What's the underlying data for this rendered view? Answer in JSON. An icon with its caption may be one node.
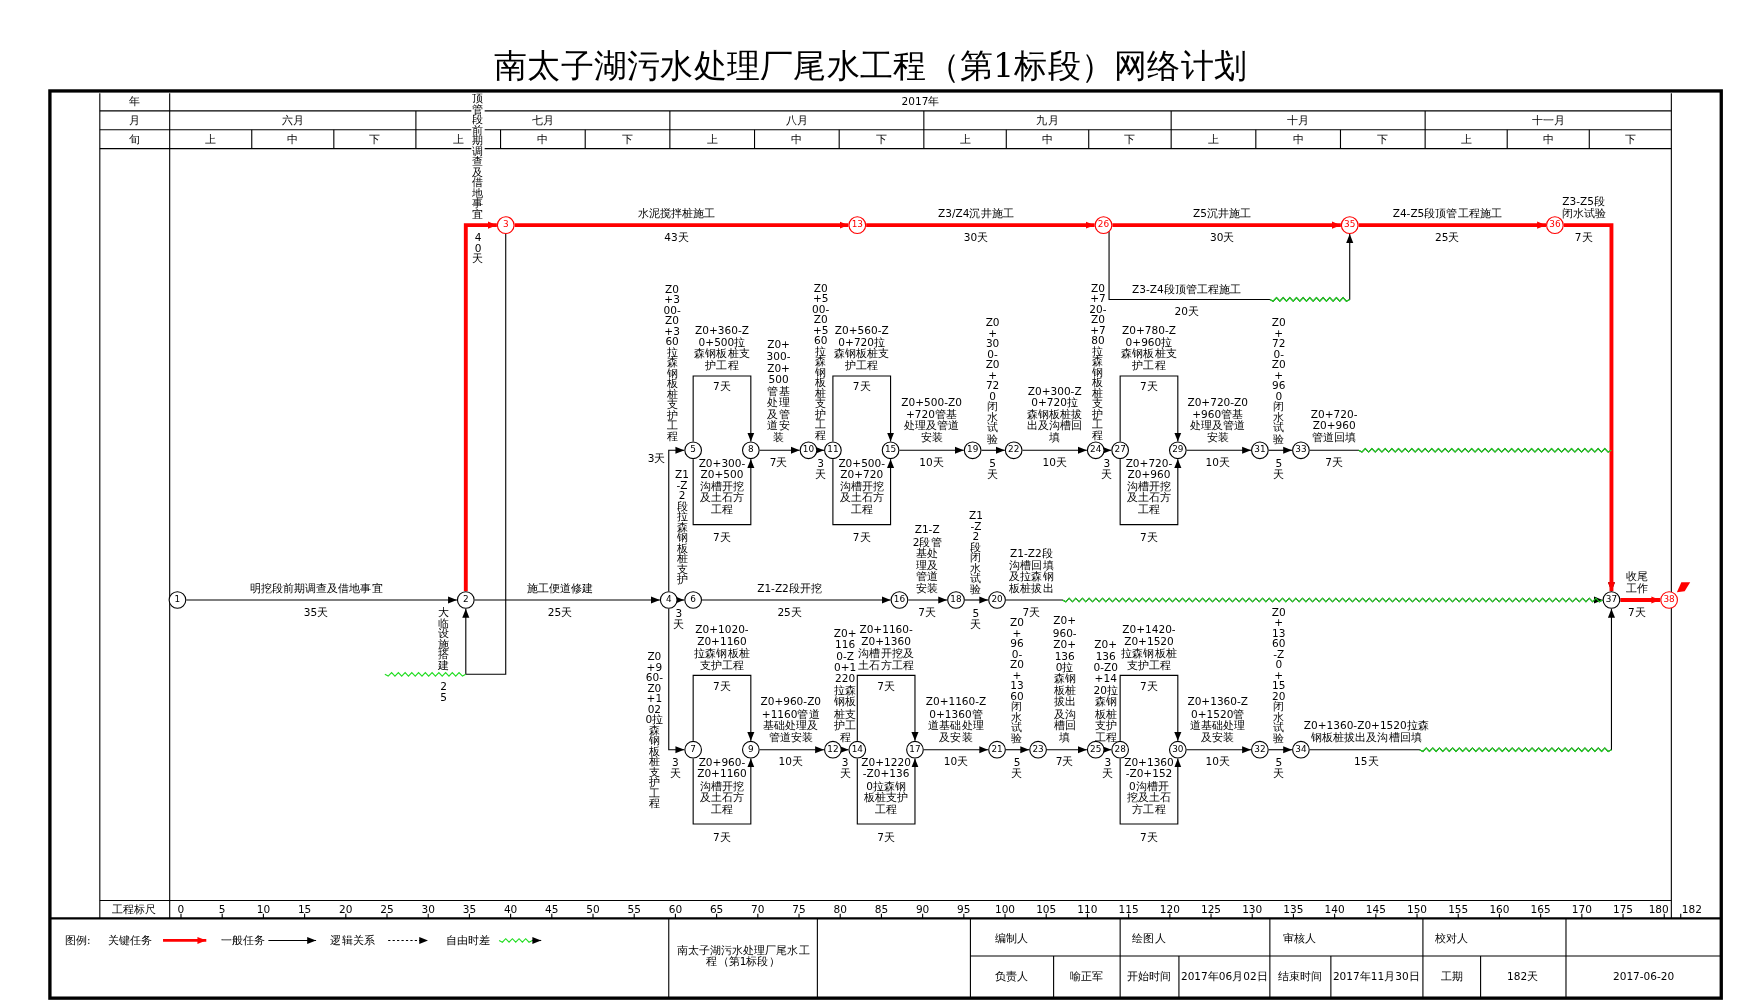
{
  "diagram": {
    "title": "南太子湖污水处理厂尾水工程（第1标段）网络计划",
    "nodes": [
      {
        "text": [
          "1"
        ]
      },
      {
        "text": [
          "2"
        ]
      },
      {
        "text": [
          "3"
        ]
      },
      {
        "text": [
          "4"
        ]
      },
      {
        "text": [
          "5"
        ]
      },
      {
        "text": [
          "6"
        ]
      },
      {
        "text": [
          "7"
        ]
      },
      {
        "text": [
          "8"
        ]
      },
      {
        "text": [
          "9"
        ]
      },
      {
        "text": [
          "10"
        ]
      },
      {
        "text": [
          "11"
        ]
      },
      {
        "text": [
          "12"
        ]
      },
      {
        "text": [
          "13"
        ]
      },
      {
        "text": [
          "14"
        ]
      },
      {
        "text": [
          "15"
        ]
      },
      {
        "text": [
          "16"
        ]
      },
      {
        "text": [
          "17"
        ]
      },
      {
        "text": [
          "18"
        ]
      },
      {
        "text": [
          "19"
        ]
      },
      {
        "text": [
          "20"
        ]
      },
      {
        "text": [
          "21"
        ]
      },
      {
        "text": [
          "22"
        ]
      },
      {
        "text": [
          "23"
        ]
      },
      {
        "text": [
          "24"
        ]
      },
      {
        "text": [
          "25"
        ]
      },
      {
        "text": [
          "26"
        ]
      },
      {
        "text": [
          "27"
        ]
      },
      {
        "text": [
          "28"
        ]
      },
      {
        "text": [
          "29"
        ]
      },
      {
        "text": [
          "30"
        ]
      },
      {
        "text": [
          "31"
        ]
      },
      {
        "text": [
          "32"
        ]
      },
      {
        "text": [
          "33"
        ]
      },
      {
        "text": [
          "34"
        ]
      },
      {
        "text": [
          "35"
        ]
      },
      {
        "text": [
          "36"
        ]
      },
      {
        "text": [
          "37"
        ]
      },
      {
        "text": [
          "38"
        ]
      }
    ],
    "edges": [
      {
        "from": 0,
        "to": 1,
        "arrow": "to",
        "label": "明挖段前期调查及借地事宜"
      },
      {
        "from": 1,
        "to": 2,
        "arrow": "to",
        "label": "顶管段前期调查及借地事宜",
        "style": "thick",
        "color": "#ff0000"
      },
      {
        "from": 2,
        "to": 1,
        "arrow": "to",
        "label": "大临设施搭建"
      },
      {
        "from": 1,
        "to": 3,
        "arrow": "to",
        "label": "施工便道修建"
      },
      {
        "from": 2,
        "to": 12,
        "arrow": "to",
        "label": "水泥搅拌桩施工",
        "style": "thick",
        "color": "#ff0000"
      },
      {
        "from": 12,
        "to": 25,
        "arrow": "to",
        "label": "Z3/Z4沉井施工",
        "style": "thick",
        "color": "#ff0000"
      },
      {
        "from": 25,
        "to": 34,
        "arrow": "to",
        "label": "Z5沉井施工",
        "style": "thick",
        "color": "#ff0000"
      },
      {
        "from": 25,
        "to": 34,
        "arrow": "to",
        "label": "Z3-Z4段顶管工程施工"
      },
      {
        "from": 34,
        "to": 35,
        "arrow": "to",
        "label": "Z4-Z5段顶管工程施工",
        "style": "thick",
        "color": "#ff0000"
      },
      {
        "from": 35,
        "to": 36,
        "arrow": "to",
        "label": "Z3-Z5段闭水试验",
        "style": "thick",
        "color": "#ff0000"
      },
      {
        "from": 36,
        "to": 37,
        "arrow": "to",
        "label": "收尾工作",
        "style": "thick",
        "color": "#ff0000"
      },
      {
        "from": 3,
        "to": 4,
        "arrow": "to",
        "label": "Z0+300-Z0+360拉森钢板桩支护工程"
      },
      {
        "from": 3,
        "to": 5,
        "arrow": "to",
        "label": "Z1-Z2段拉森钢板桩支护"
      },
      {
        "from": 3,
        "to": 6,
        "arrow": "to",
        "label": "Z0+960-Z0+1020拉森钢板桩支护工程"
      },
      {
        "from": 4,
        "to": 7,
        "arrow": "to",
        "label": "Z0+360-Z0+500拉森钢板桩支护工程"
      },
      {
        "from": 4,
        "to": 7,
        "arrow": "to",
        "label": "Z0+300-Z0+500沟槽开挖及土石方工程"
      },
      {
        "from": 7,
        "to": 9,
        "arrow": "to",
        "label": "Z0+300-Z0+500管基处理及管道安装"
      },
      {
        "from": 9,
        "to": 10,
        "arrow": "to",
        "label": "Z0+500-Z0+560拉森钢板桩支护工程"
      },
      {
        "from": 10,
        "to": 14,
        "arrow": "to",
        "label": "Z0+560-Z0+720拉森钢板桩支护工程"
      },
      {
        "from": 10,
        "to": 14,
        "arrow": "to",
        "label": "Z0+500-Z0+720沟槽开挖及土石方工程"
      },
      {
        "from": 14,
        "to": 18,
        "arrow": "to",
        "label": "Z0+500-Z0+720管基处理及管道安装"
      },
      {
        "from": 18,
        "to": 21,
        "arrow": "to",
        "label": "Z0+300-Z0+720闭水试验"
      },
      {
        "from": 21,
        "to": 23,
        "arrow": "to",
        "label": "Z0+300-Z0+720拉森钢板桩拔出及沟槽回填"
      },
      {
        "from": 23,
        "to": 26,
        "arrow": "to",
        "label": "Z0+720-Z0+780拉森钢板桩支护工程"
      },
      {
        "from": 26,
        "to": 28,
        "arrow": "to",
        "label": "Z0+780-Z0+960拉森钢板桩支护工程"
      },
      {
        "from": 26,
        "to": 28,
        "arrow": "to",
        "label": "Z0+720-Z0+960沟槽开挖及土石方工程"
      },
      {
        "from": 28,
        "to": 30,
        "arrow": "to",
        "label": "Z0+720-Z0+960管基处理及管道安装"
      },
      {
        "from": 30,
        "to": 32,
        "arrow": "to",
        "label": "Z0+720-Z0+960闭水试验"
      },
      {
        "from": 32,
        "to": 36,
        "arrow": "to",
        "label": "Z0+720-Z0+960管道回填"
      },
      {
        "from": 5,
        "to": 15,
        "arrow": "to",
        "label": "Z1-Z2段开挖"
      },
      {
        "from": 15,
        "to": 17,
        "arrow": "to",
        "label": "Z1-Z2段管基处理及管道安装"
      },
      {
        "from": 17,
        "to": 19,
        "arrow": "to",
        "label": "Z1-Z2段闭水试验"
      },
      {
        "from": 19,
        "to": 36,
        "arrow": "to",
        "label": "Z1-Z2段沟槽回填及拉森钢板桩拔出"
      },
      {
        "from": 6,
        "to": 8,
        "arrow": "to",
        "label": "Z0+1020-Z0+1160拉森钢板桩支护工程"
      },
      {
        "from": 6,
        "to": 8,
        "arrow": "to",
        "label": "Z0+960-Z0+1160沟槽开挖及土石方工程"
      },
      {
        "from": 8,
        "to": 11,
        "arrow": "to",
        "label": "Z0+960-Z0+1160管道基础处理及管道安装"
      },
      {
        "from": 11,
        "to": 13,
        "arrow": "to",
        "label": "Z0+1160-Z0+1220拉森钢板桩支护工程"
      },
      {
        "from": 13,
        "to": 16,
        "arrow": "to",
        "label": "Z0+1160-Z0+1360沟槽开挖及土石方工程"
      },
      {
        "from": 13,
        "to": 16,
        "arrow": "to",
        "label": "Z0+1220-Z0+1360拉森钢板桩支护工程"
      },
      {
        "from": 16,
        "to": 20,
        "arrow": "to",
        "label": "Z0+1160-Z0+1360管道基础处理及安装"
      },
      {
        "from": 20,
        "to": 22,
        "arrow": "to",
        "label": "Z0+960-Z0+1360闭水试验"
      },
      {
        "from": 22,
        "to": 24,
        "arrow": "to",
        "label": "Z0+960-Z0+1360拉森钢板桩拔出及沟槽回填"
      },
      {
        "from": 24,
        "to": 27,
        "arrow": "to",
        "label": "Z0+1360-Z0+1420拉森钢板桩支护工程"
      },
      {
        "from": 27,
        "to": 29,
        "arrow": "to",
        "label": "Z0+1420-Z0+1520拉森钢板桩支护工程"
      },
      {
        "from": 27,
        "to": 29,
        "arrow": "to",
        "label": "Z0+1360-Z0+1520沟槽开挖及土石方工程"
      },
      {
        "from": 29,
        "to": 31,
        "arrow": "to",
        "label": "Z0+1360-Z0+1520管道基础处理及安装"
      },
      {
        "from": 31,
        "to": 33,
        "arrow": "to",
        "label": "Z0+1360-Z0+1520闭水试验"
      },
      {
        "from": 33,
        "to": 36,
        "arrow": "to",
        "label": "Z0+1360-Z0+1520拉森钢板桩拔出及沟槽回填"
      }
    ],
    "labels": [
      "年",
      "2017年",
      "月",
      "六月",
      "七月",
      "八月",
      "九月",
      "十月",
      "十一月",
      "旬",
      "上",
      "中",
      "下",
      "上",
      "中",
      "下",
      "上",
      "中",
      "下",
      "上",
      "中",
      "下",
      "上",
      "中",
      "下",
      "上",
      "中",
      "下",
      "35天",
      "40天",
      "25",
      "25天",
      "43天",
      "30天",
      "30天",
      "20天",
      "25天",
      "7天",
      "7天",
      "3天",
      "3天",
      "3天",
      "7天",
      "7天",
      "7天",
      "3天",
      "7天",
      "7天",
      "10天",
      "5天",
      "10天",
      "3天",
      "7天",
      "7天",
      "10天",
      "5天",
      "7天",
      "25天",
      "7天",
      "5天",
      "7天",
      "7天",
      "7天",
      "10天",
      "3天",
      "7天",
      "7天",
      "10天",
      "5天",
      "7天",
      "3天",
      "7天",
      "7天",
      "10天",
      "5天",
      "15天",
      "工程标尺",
      "0",
      "5",
      "10",
      "15",
      "20",
      "25",
      "30",
      "35",
      "40",
      "45",
      "50",
      "55",
      "60",
      "65",
      "70",
      "75",
      "80",
      "85",
      "90",
      "95",
      "100",
      "105",
      "110",
      "115",
      "120",
      "125",
      "130",
      "135",
      "140",
      "145",
      "150",
      "155",
      "160",
      "165",
      "170",
      "175",
      "180",
      "182",
      "图例:",
      "南太子湖污水处理厂尾水工程（第1标段）",
      "编制人",
      "绘图人",
      "审核人",
      "校对人",
      "负责人",
      "喻正军",
      "开始时间",
      "2017年06月02日",
      "结束时间",
      "2017年11月30日",
      "工期",
      "182天",
      "2017-06-20"
    ],
    "legend": [
      {
        "text": "关键任务"
      },
      {
        "text": "一般任务"
      },
      {
        "text": "逻辑关系"
      },
      {
        "text": "自由时差"
      }
    ]
  }
}
